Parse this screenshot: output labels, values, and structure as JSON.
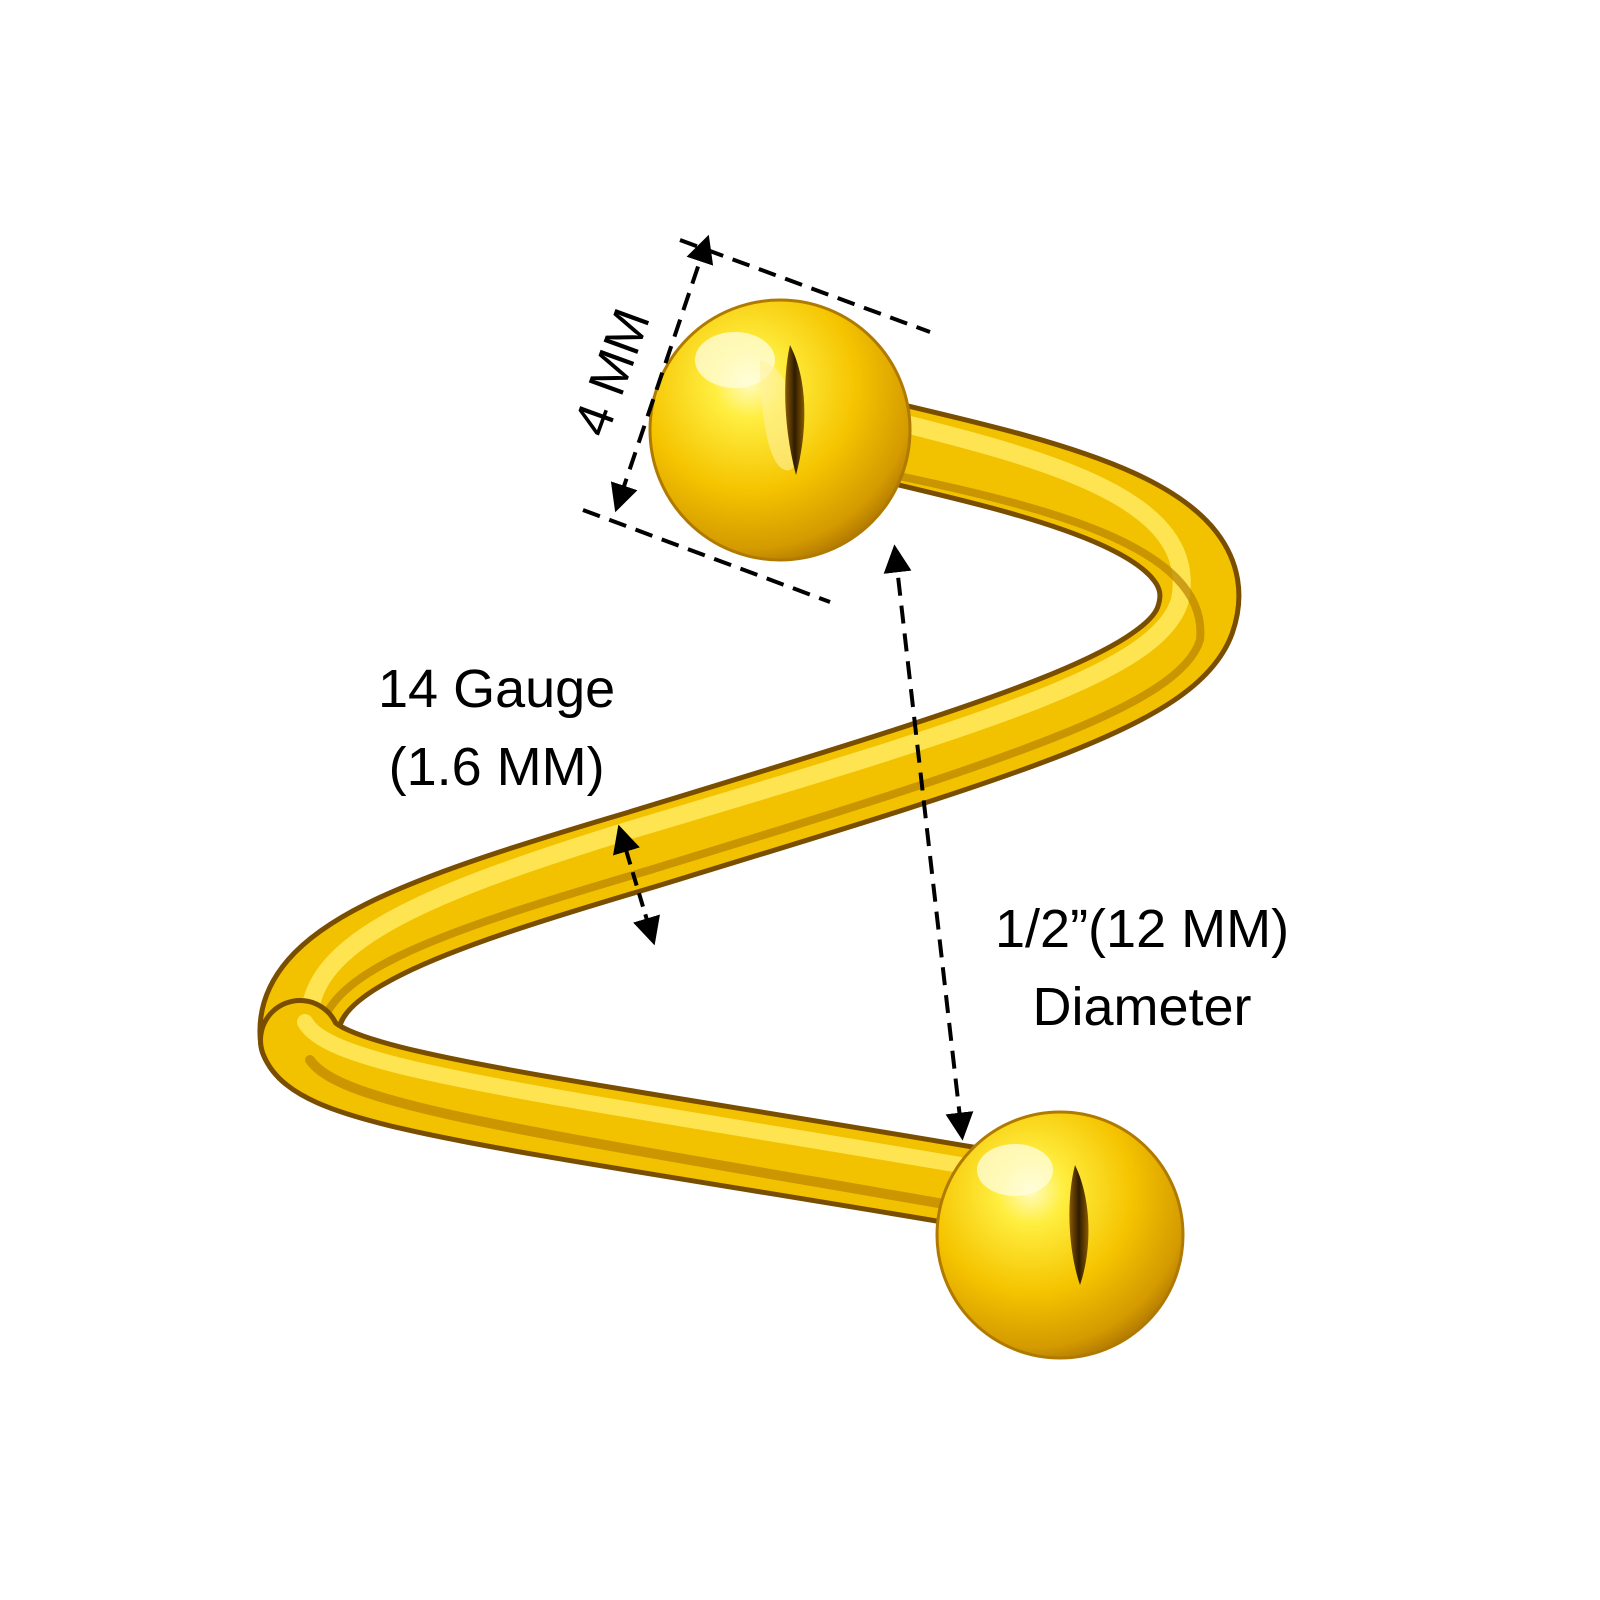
{
  "labels": {
    "ball_size": "4 MM",
    "gauge_line1": "14 Gauge",
    "gauge_line2": "(1.6 MM)",
    "diameter_line1": "1/2”(12 MM)",
    "diameter_line2": "Diameter"
  },
  "colors": {
    "gold_light": "#FFE94A",
    "gold_mid": "#F5C800",
    "gold_dark": "#B07A00",
    "gold_shadow": "#5A3A00",
    "dimension_line": "#000000",
    "background": "#FFFFFF"
  }
}
